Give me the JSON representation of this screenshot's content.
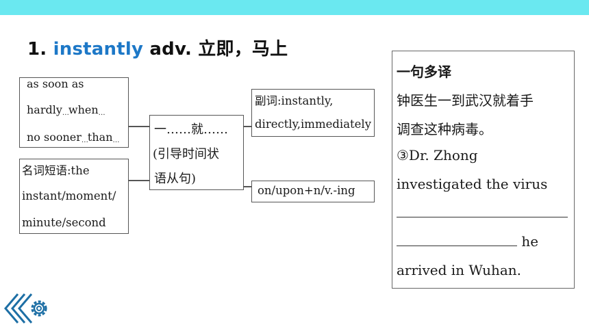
{
  "title": {
    "number": "1.",
    "keyword": "instantly",
    "rest": "adv. 立即，马上"
  },
  "diagram": {
    "conjunctions": [
      "as soon as",
      "hardly",
      "when",
      "no sooner",
      "than"
    ],
    "noun_phrase": {
      "line1": "名词短语:the",
      "line2": "instant/moment/",
      "line3": "minute/second"
    },
    "center": {
      "line1": "一……就……",
      "line2": "(引导时间状",
      "line3": "语从句)"
    },
    "adverbs": {
      "line1": "副词:instantly,",
      "line2": "directly,immediately"
    },
    "preposition": {
      "line1": "on/upon+n/v.-ing"
    },
    "dots": "…"
  },
  "panel": {
    "heading": "一句多译",
    "line1": "钟医生一到武汉就着手",
    "line2": "调查这种病毒。",
    "line3": "③Dr. Zhong",
    "line4": "investigated the virus",
    "line6_suffix": "he",
    "line7": "arrived in Wuhan."
  },
  "colors": {
    "topbar": "#6ae8f0",
    "keyword": "#1d78c7",
    "logo": "#1d6fa5"
  }
}
